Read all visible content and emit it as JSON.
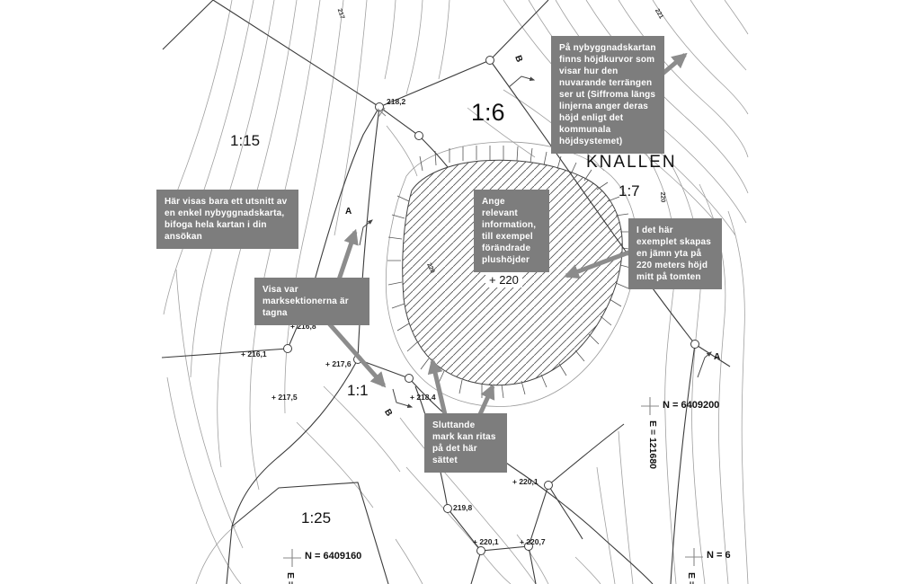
{
  "callouts": {
    "contours": "På nybyggnadskartan finns höjdkurvor som visar hur den nuvarande terrängen ser ut (Siffroma längs linjerna anger deras höjd enligt det kommunala höjdsystemet)",
    "excerpt": "Här visas bara ett utsnitt av en enkel nybyggnadskarta, bifoga hela kartan i din ansökan",
    "sections": "Visa var marksektionerna är tagna",
    "info": "Ange relevant information, till exempel förändrade plushöjder",
    "level": "I det här exemplet skapas en jämn yta på 220 meters höjd mitt på tomten",
    "slope": "Sluttande mark kan ritas på det här sättet"
  },
  "map": {
    "place_name": "KNALLEN",
    "plus_height": "+ 220",
    "parcel_labels": {
      "p115": "1:15",
      "p16": "1:6",
      "p17": "1:7",
      "p11": "1:1",
      "p125": "1:25"
    },
    "elevations": {
      "e1": "218,2",
      "e2": "+ 216,8",
      "e3": "+ 216,1",
      "e4": "+ 217,6",
      "e5": "+ 217,5",
      "e6": "+ 218,4",
      "e7": "+ 220,1",
      "e8": "219,8",
      "e9": "+ 220,1",
      "e10": "+ 220,7"
    },
    "coords": {
      "n1": "N = 6409200",
      "e1": "E = 121680",
      "n2": "N = 6409160",
      "e2": "E =",
      "n3": "N = 6",
      "e3": "E ="
    },
    "sections": {
      "a1": "A",
      "b1": "B",
      "a2": "A",
      "b2": "B"
    },
    "contour_labels": {
      "c1": "217",
      "c2": "221",
      "c3": "220",
      "c4": "220"
    }
  },
  "colors": {
    "callout_bg": "#7d7d7d",
    "callout_text": "#ffffff",
    "arrow": "#8c8c8c",
    "contour": "#a0a0a0",
    "boundary": "#3c3c3c",
    "hatch": "#555555"
  }
}
